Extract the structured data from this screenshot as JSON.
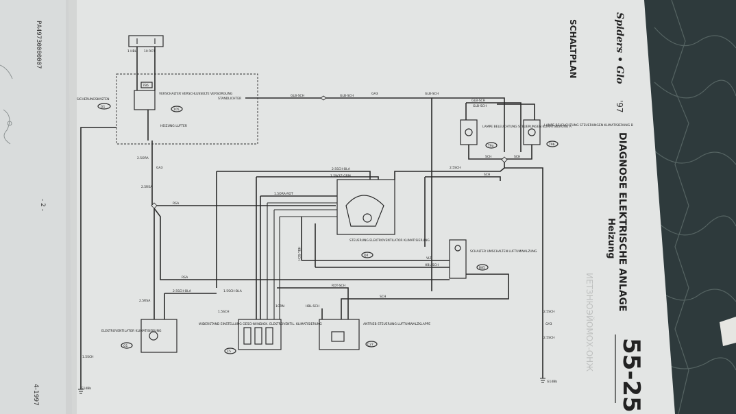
{
  "header": {
    "logo_script": "Spiders • Glo",
    "year": "'97",
    "title": "DIAGNOSE ELEKTRISCHE ANLAGE",
    "subtitle": "Heizung",
    "page_code": "55-25",
    "section": "SCHALTPLAN"
  },
  "footer": {
    "doc_number": "PA49730000007",
    "page_number": "- 2 -",
    "date": "4-1997"
  },
  "components": {
    "fuse_box": "SICHERUNGSKASTEN",
    "fuse_box_ref": "G1",
    "relay": "VERSCHALTER VERSCHLUSSELTE VERSORGUNG",
    "relay_ref": "105",
    "relay_pin": "7B6",
    "fan_relay": "HEIZUNG LUFTER",
    "standlichter": "STANDLICHTER",
    "lamp_a": "LAMPE BELEUCHTUNG STEUERUNGEN KLIMATISIERUNG A",
    "lamp_a_ref": "T9a",
    "lamp_b": "LAMPE BELEUCHTUNG STEUERUNGEN KLIMATISIERUNG B",
    "lamp_b_ref": "T9b",
    "control": "STEUERUNG ELEKTROVENTILATOR KLIMATISIERUNG",
    "control_ref": "Q4",
    "switch": "SCHALTER UMSCHALTEN LUFTUMWALZUNG",
    "switch_ref": "B85",
    "motor": "ELEKTROVENTILATOR KLIMATISIERUNG",
    "motor_ref": "O1",
    "resistor": "WIDERSTAND EINSTELLUNG GESCHWINDIGK. ELEKTROVENTIL. KLIMATISIERUNG",
    "resistor_ref": "C5",
    "actuator": "ANTRIEB STEUERUNG LUFTUMWALZKLAPPE",
    "actuator_ref": "C27",
    "ground_left": "G14Bb",
    "ground_right": "G14Bb"
  },
  "wires": {
    "w1": "1 HBL",
    "w2": "10 ROT",
    "w3": "GLB-SCH",
    "w4": "GLB-SCH",
    "w5": "GA3",
    "w6": "GLB-SCH",
    "w7": "GLB-SCH",
    "w8": "GLB-SCH",
    "w9": "2.5ORA",
    "w10": "GA3",
    "w11": "2.5RSA",
    "w12": "RSA",
    "w13": "RSA",
    "w14": "2.5RSA",
    "w15": "2.5SCH-BLA",
    "w16": "1.5SCH-BLA",
    "w17": "1.5SCH",
    "w18": "2.5SCH-BLA",
    "w19": "1.5W3Z-GRM",
    "w20": "1.5ORA-ROT",
    "w21": "2.5SCH",
    "w22": "SCH",
    "w23": "SCH",
    "w24": "SCH",
    "w25": "VLT",
    "w26": "HBL-SCH",
    "w27": "ROT-SCH",
    "w28": "SCH",
    "w29": "HBL-SCH",
    "w30": "1.5SCH",
    "w31": "GA3",
    "w32": "2.5SCH",
    "w33": "1GRN",
    "w34": "HBL-SCH"
  },
  "bg_text": {
    "mirror": "ИЕТЗНЮЭЙОМОХ-ОНЖ"
  }
}
